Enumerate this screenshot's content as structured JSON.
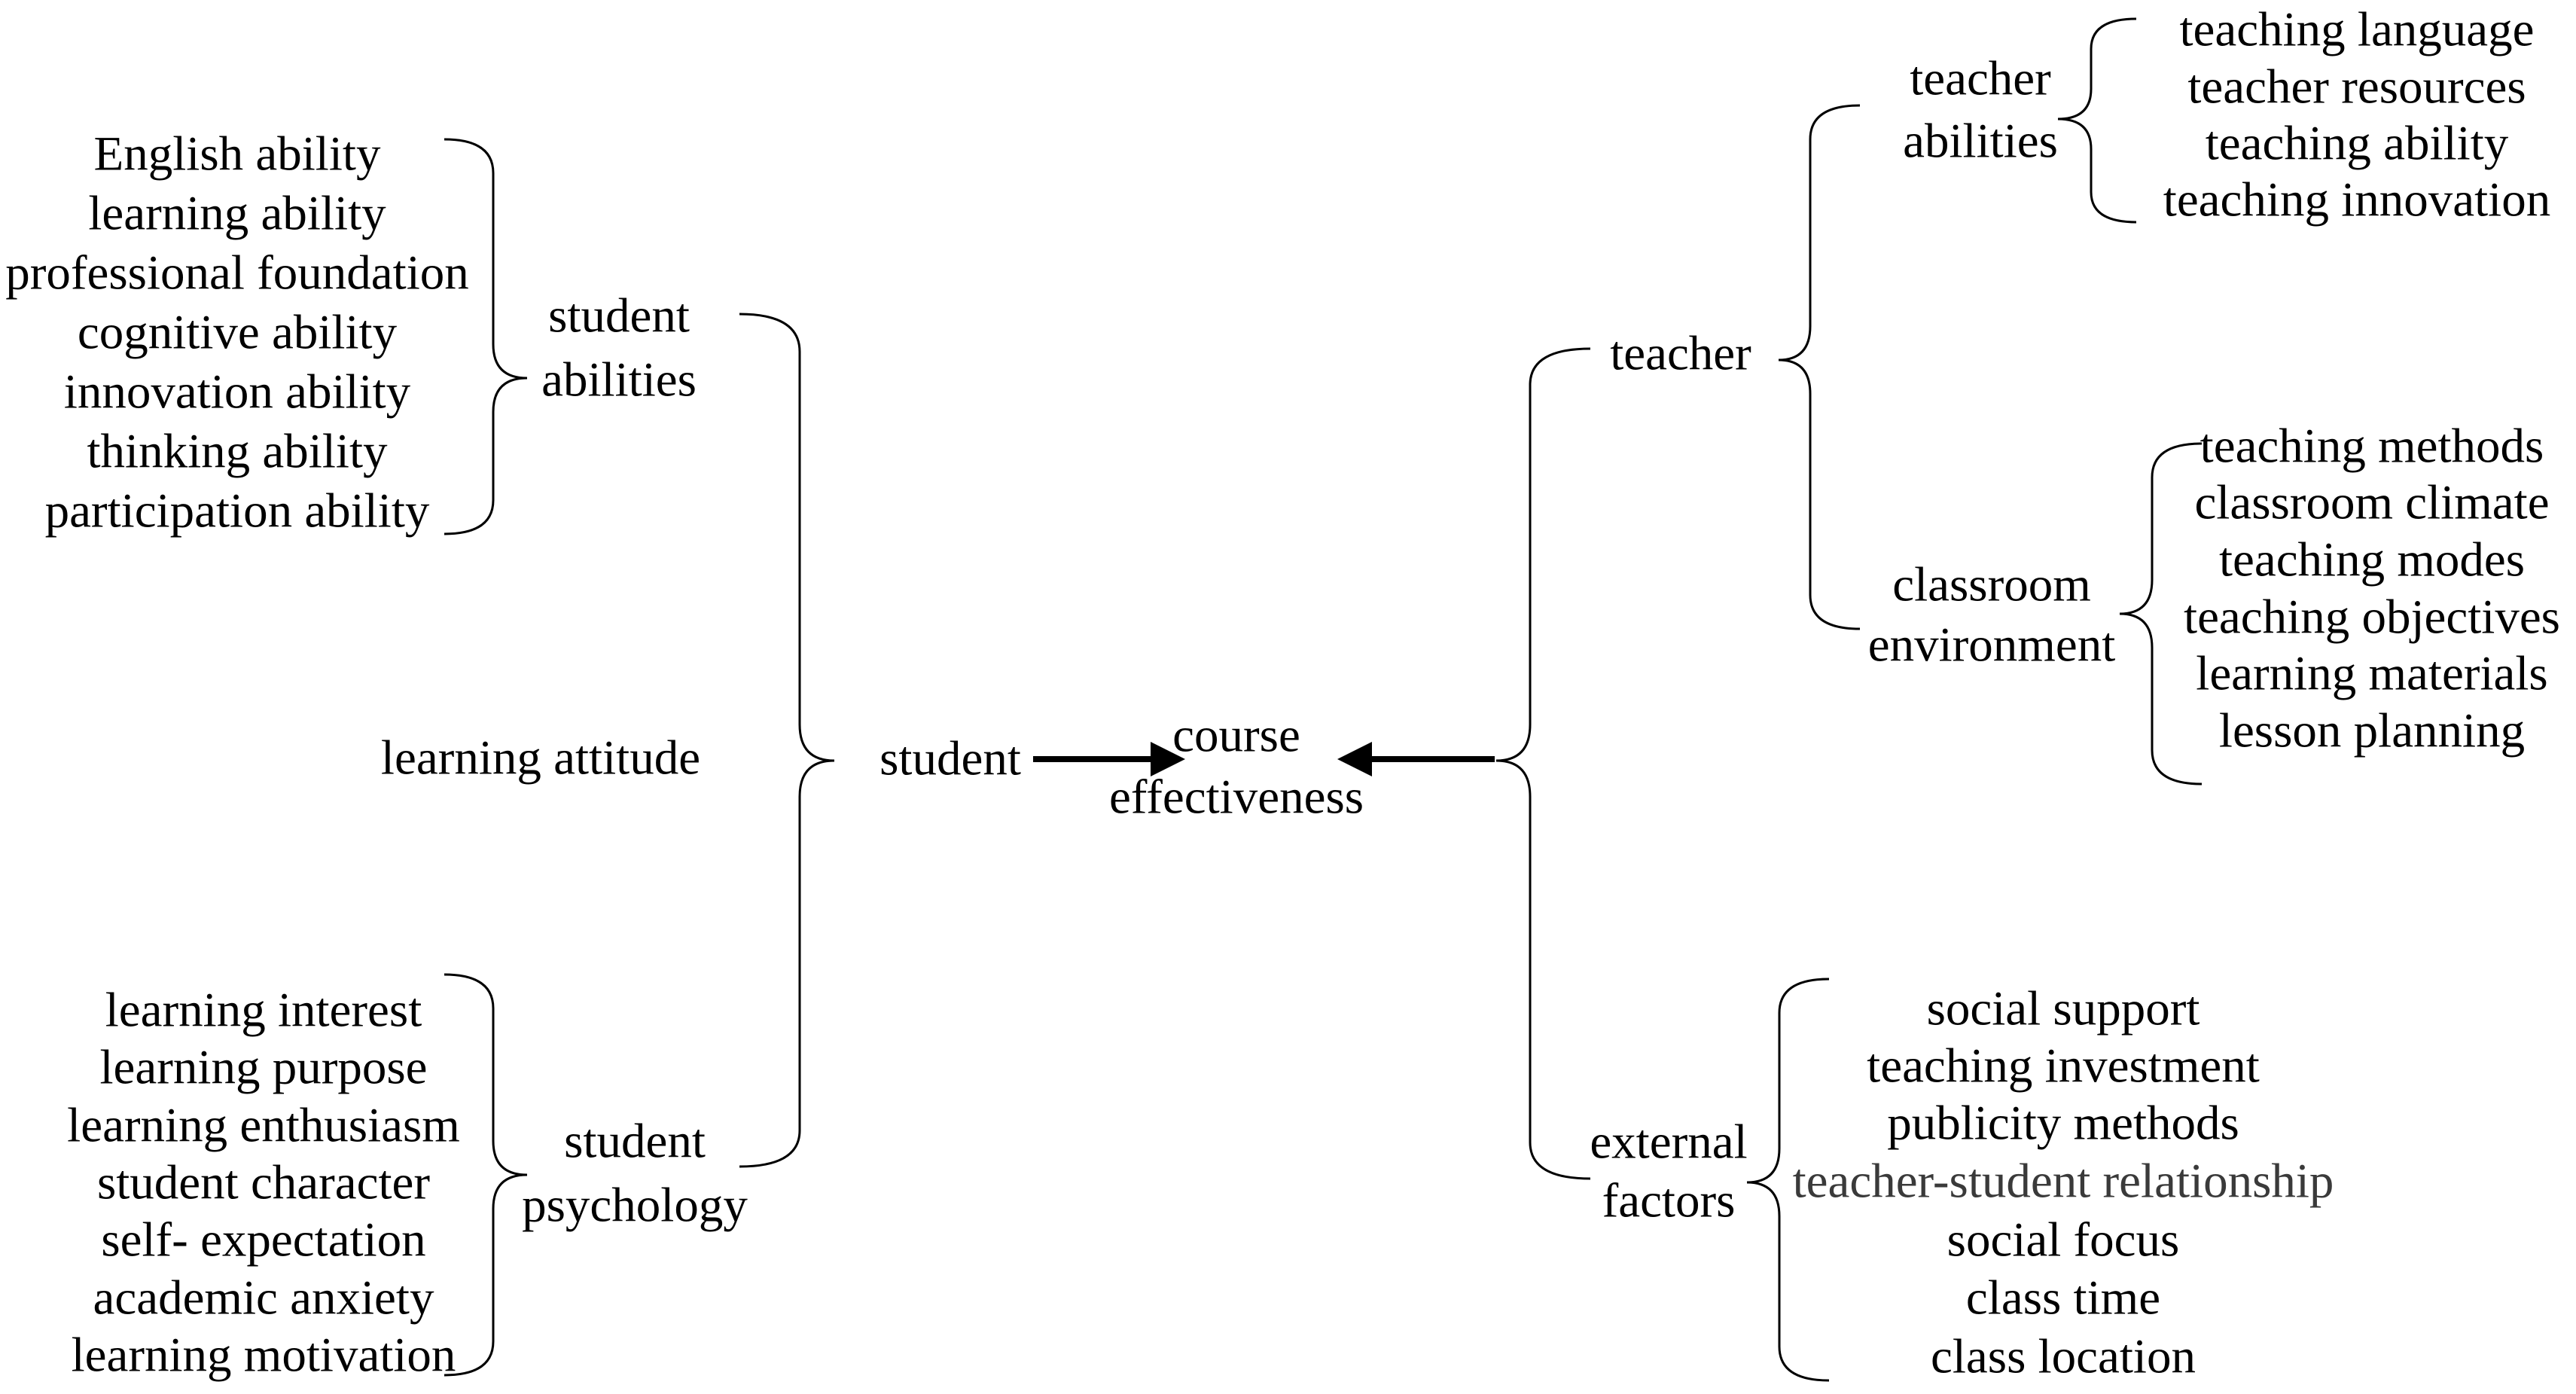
{
  "diagram": {
    "colors": {
      "background": "#ffffff",
      "text": "#000000",
      "dimmed_text": "#3a3a3a",
      "line": "#000000"
    },
    "center": {
      "student_node": "student",
      "course_effectiveness": [
        "course",
        "effectiveness"
      ]
    },
    "left": {
      "student_abilities": [
        "student",
        "abilities"
      ],
      "abilities_factors": [
        "English ability",
        "learning ability",
        "professional foundation",
        "cognitive ability",
        "innovation ability",
        "thinking ability",
        "participation ability"
      ],
      "learning_attitude": "learning attitude",
      "student_psychology": [
        "student",
        "psychology"
      ],
      "psychology_factors": [
        "learning interest",
        "learning purpose",
        "learning enthusiasm",
        "student character",
        "self- expectation",
        "academic anxiety",
        "learning motivation"
      ]
    },
    "right": {
      "teacher_node": "teacher",
      "teacher_abilities": [
        "teacher",
        "abilities"
      ],
      "teacher_abilities_factors": [
        "teaching language",
        "teacher resources",
        "teaching ability",
        "teaching innovation"
      ],
      "classroom_environment": [
        "classroom",
        "environment"
      ],
      "classroom_environment_factors": [
        "teaching methods",
        "classroom climate",
        "teaching modes",
        "teaching objectives",
        "learning materials",
        "lesson planning"
      ],
      "external_factors": [
        "external",
        "factors"
      ],
      "external_factors_list": [
        "social support",
        "teaching investment",
        "publicity methods",
        "teacher-student relationship",
        "social focus",
        "class time",
        "class location"
      ]
    }
  }
}
